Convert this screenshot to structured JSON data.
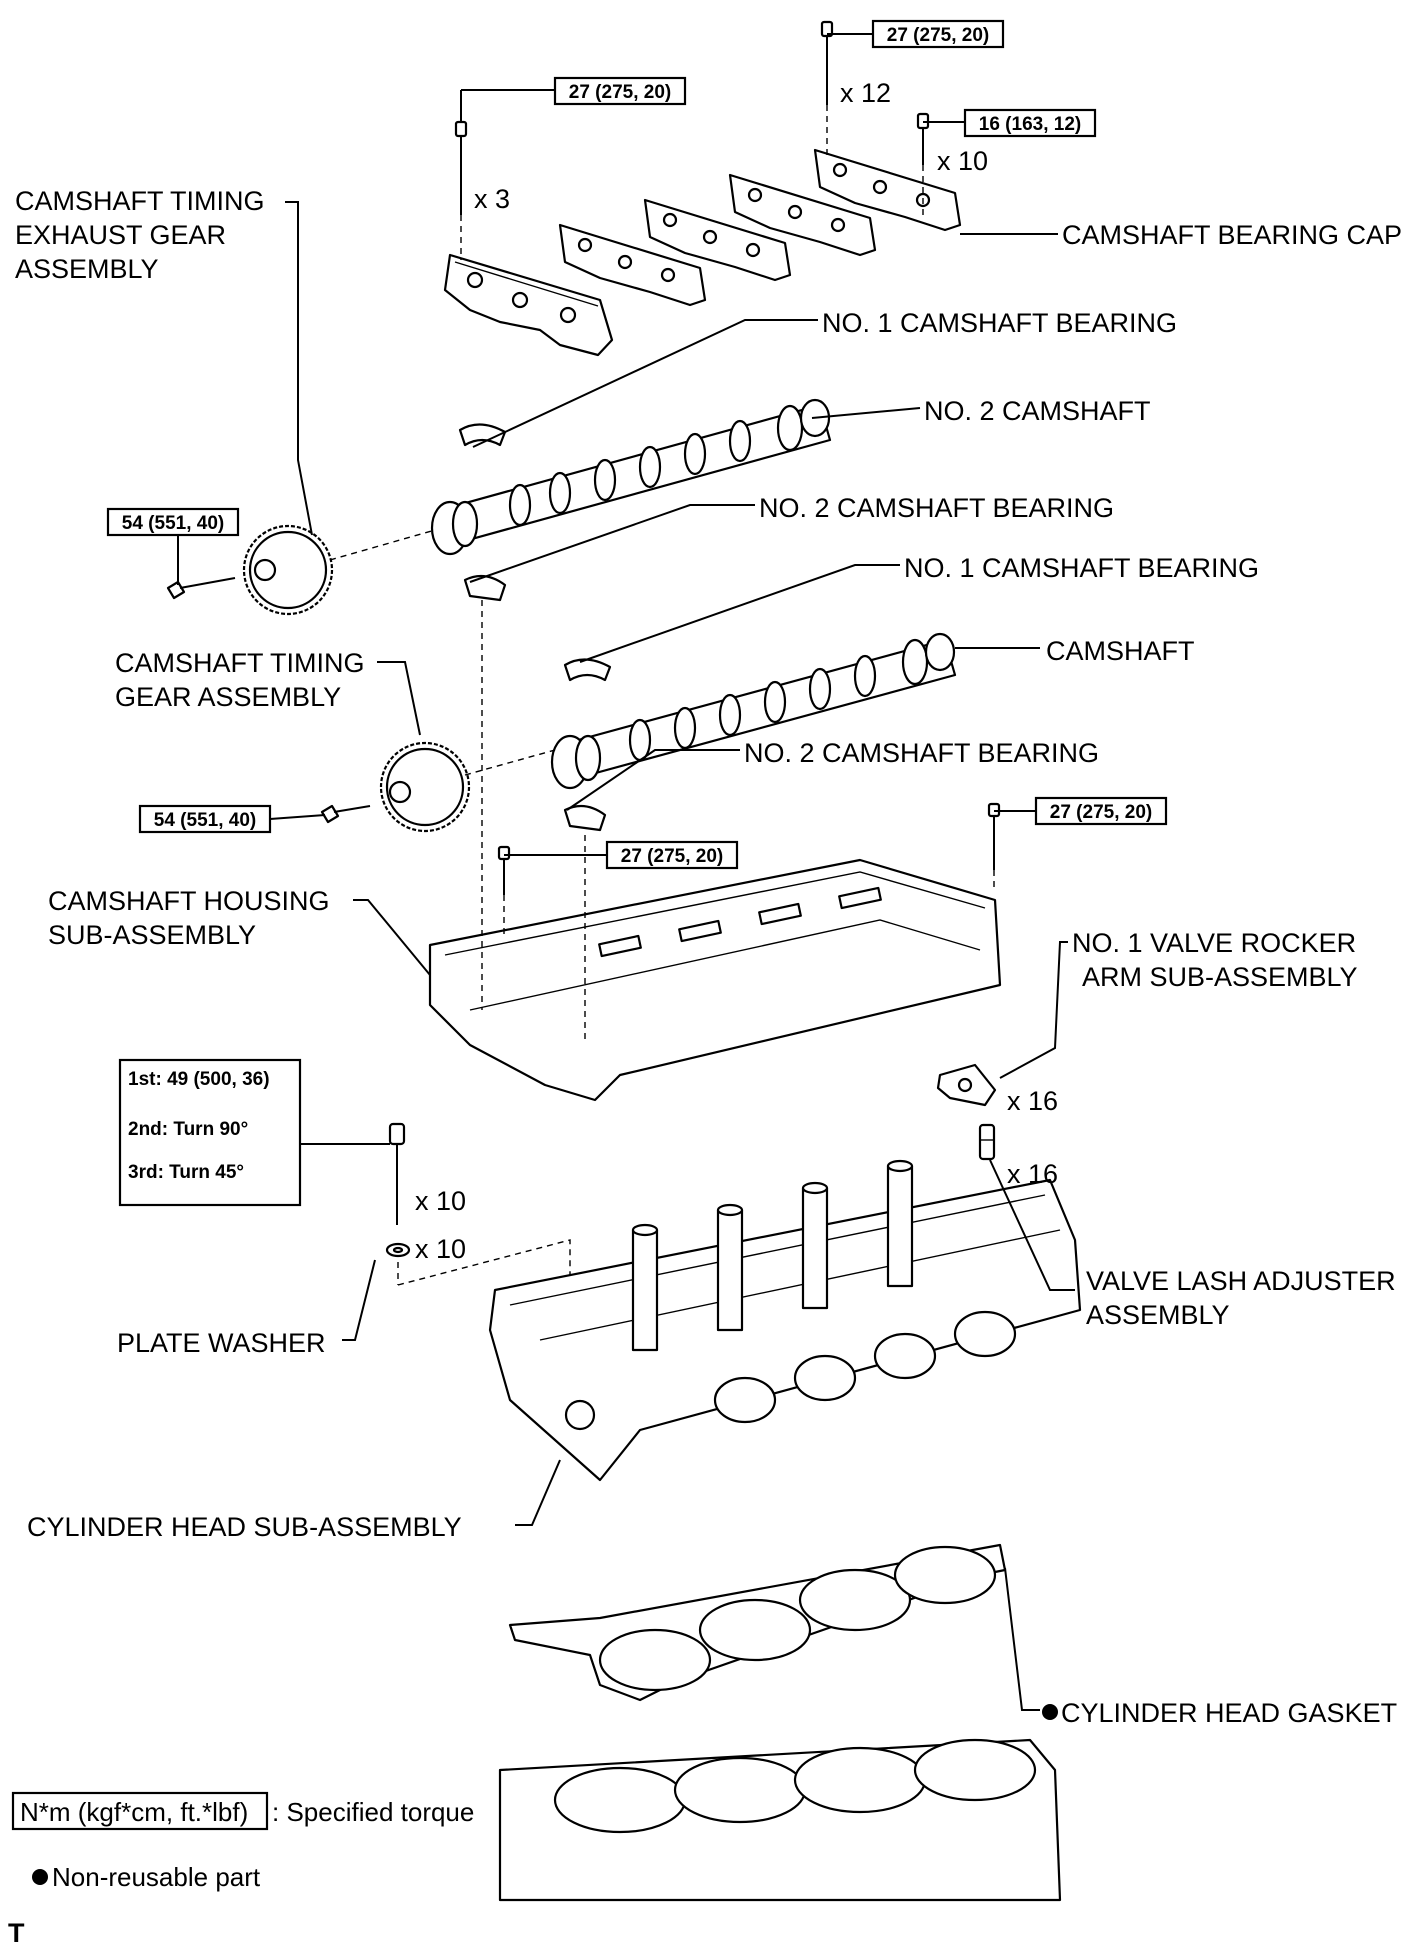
{
  "labels": {
    "exhaust_gear": [
      "CAMSHAFT TIMING",
      "EXHAUST GEAR",
      "ASSEMBLY"
    ],
    "bearing_cap": "CAMSHAFT BEARING CAP",
    "no1_bearing_a": "NO. 1 CAMSHAFT BEARING",
    "no2_camshaft": "NO. 2 CAMSHAFT",
    "no2_bearing_a": "NO. 2 CAMSHAFT BEARING",
    "no1_bearing_b": "NO. 1 CAMSHAFT BEARING",
    "camshaft": "CAMSHAFT",
    "timing_gear": [
      "CAMSHAFT TIMING",
      "GEAR ASSEMBLY"
    ],
    "no2_bearing_b": "NO. 2 CAMSHAFT BEARING",
    "housing": [
      "CAMSHAFT HOUSING",
      "SUB-ASSEMBLY"
    ],
    "rocker_arm": [
      "NO. 1 VALVE ROCKER",
      "ARM SUB-ASSEMBLY"
    ],
    "lash_adjuster": [
      "VALVE LASH ADJUSTER",
      "ASSEMBLY"
    ],
    "plate_washer": "PLATE WASHER",
    "cylinder_head": "CYLINDER HEAD SUB-ASSEMBLY",
    "head_gasket": "CYLINDER HEAD GASKET"
  },
  "torques": {
    "cap_bolt_a": "27 (275, 20)",
    "cap_bolt_b": "27 (275, 20)",
    "cap_bolt_c": "16 (163, 12)",
    "exhaust_gear_bolt": "54 (551, 40)",
    "timing_gear_bolt": "54 (551, 40)",
    "housing_bolt_left": "27 (275, 20)",
    "housing_bolt_right": "27 (275, 20)",
    "head_bolt": [
      "1st: 49 (500, 36)",
      "2nd: Turn 90°",
      "3rd: Turn 45°"
    ]
  },
  "quantities": {
    "cap_bolt_a": "x 3",
    "cap_bolt_b": "x 12",
    "cap_bolt_c": "x 10",
    "rocker_arm": "x 16",
    "lash_adjuster": "x 16",
    "head_bolt": "x 10",
    "plate_washer": "x 10"
  },
  "legend": {
    "torque_box": "N*m (kgf*cm, ft.*lbf)",
    "torque_text": ": Specified torque",
    "nonreusable_text": "Non-reusable part"
  },
  "corner_mark": "T"
}
